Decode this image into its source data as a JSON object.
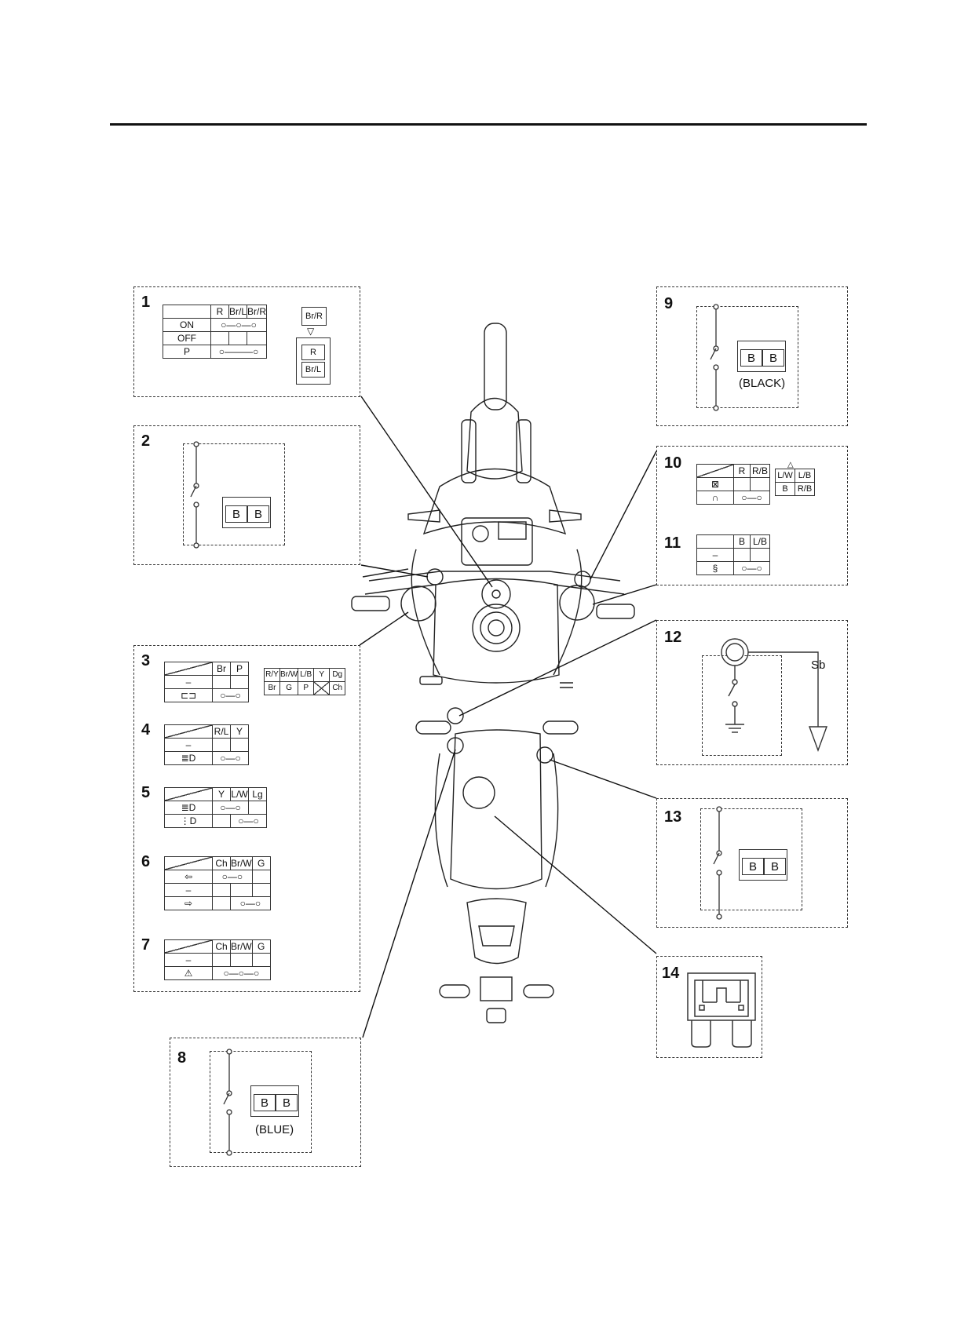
{
  "diagram": {
    "callout_numbers": [
      "1",
      "2",
      "3",
      "4",
      "5",
      "6",
      "7",
      "8",
      "9",
      "10",
      "11",
      "12",
      "13",
      "14"
    ],
    "panel1": {
      "headers": [
        "R",
        "Br/L",
        "Br/R"
      ],
      "rows": [
        "ON",
        "OFF",
        "P"
      ],
      "connector_top": "Br/R",
      "connector_bottom": [
        "R",
        "Br/L"
      ]
    },
    "panel2": {
      "pins": [
        "B",
        "B"
      ]
    },
    "panel3": {
      "headers": [
        "Br",
        "P"
      ],
      "row1": "–",
      "row2_icon": "horn-icon",
      "connector": {
        "top": [
          "R/Y",
          "Br/W",
          "L/B",
          "Y",
          "Dg"
        ],
        "bottom": [
          "Br",
          "G",
          "P",
          "",
          "Ch"
        ]
      }
    },
    "panel4": {
      "headers": [
        "R/L",
        "Y"
      ],
      "row1": "–",
      "row2_icon": "high-beam-icon"
    },
    "panel5": {
      "headers": [
        "Y",
        "L/W",
        "Lg"
      ],
      "row1_icon": "high-beam-icon",
      "row2_icon": "low-beam-icon"
    },
    "panel6": {
      "headers": [
        "Ch",
        "Br/W",
        "G"
      ],
      "row1": "⇦",
      "row2": "–",
      "row3": "⇨"
    },
    "panel7": {
      "headers": [
        "Ch",
        "Br/W",
        "G"
      ],
      "row1": "–",
      "row2": "⚠"
    },
    "panel8": {
      "pins": [
        "B",
        "B"
      ],
      "color_label": "(BLUE)"
    },
    "panel9": {
      "pins": [
        "B",
        "B"
      ],
      "color_label": "(BLACK)"
    },
    "panel10": {
      "headers": [
        "R",
        "R/B"
      ],
      "row1": "⊠",
      "row2": "∩",
      "connector": {
        "top": [
          "L/W",
          "L/B"
        ],
        "bottom": [
          "B",
          "R/B"
        ]
      }
    },
    "panel11": {
      "headers": [
        "B",
        "L/B"
      ],
      "row1": "–",
      "row2": "§"
    },
    "panel12": {
      "wire_label": "Sb"
    },
    "panel13": {
      "pins": [
        "B",
        "B"
      ]
    },
    "panel14": {
      "icon": "blade-fuse-icon"
    },
    "center_image": "motorcycle-top-view-icon"
  }
}
